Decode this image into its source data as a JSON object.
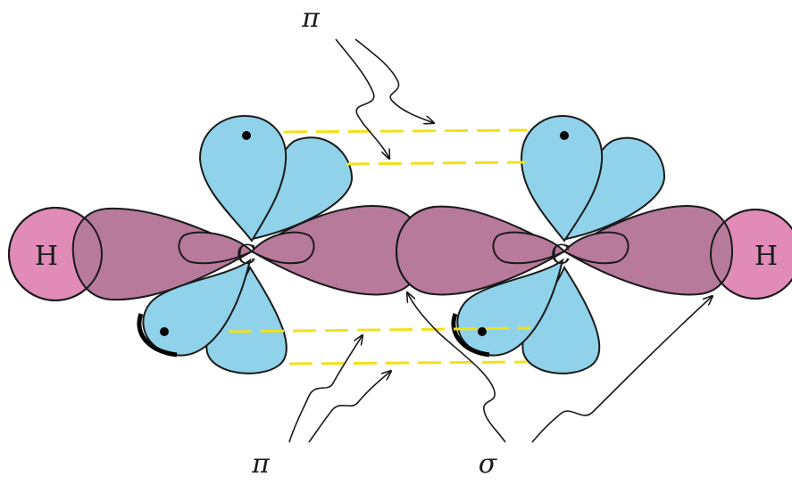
{
  "labels": {
    "hydrogen_left": "H",
    "hydrogen_right": "H",
    "carbon_left": "C",
    "carbon_right": "C",
    "pi_top": "π",
    "pi_bottom": "π",
    "sigma": "σ"
  },
  "colors": {
    "sigma_lobe": "#b77a9b",
    "hydrogen_orbital": "#e08bb8",
    "p_orbital": "#8fd2ea",
    "pi_overlap_line": "#f2e11b",
    "outline": "#1a1a1a"
  }
}
